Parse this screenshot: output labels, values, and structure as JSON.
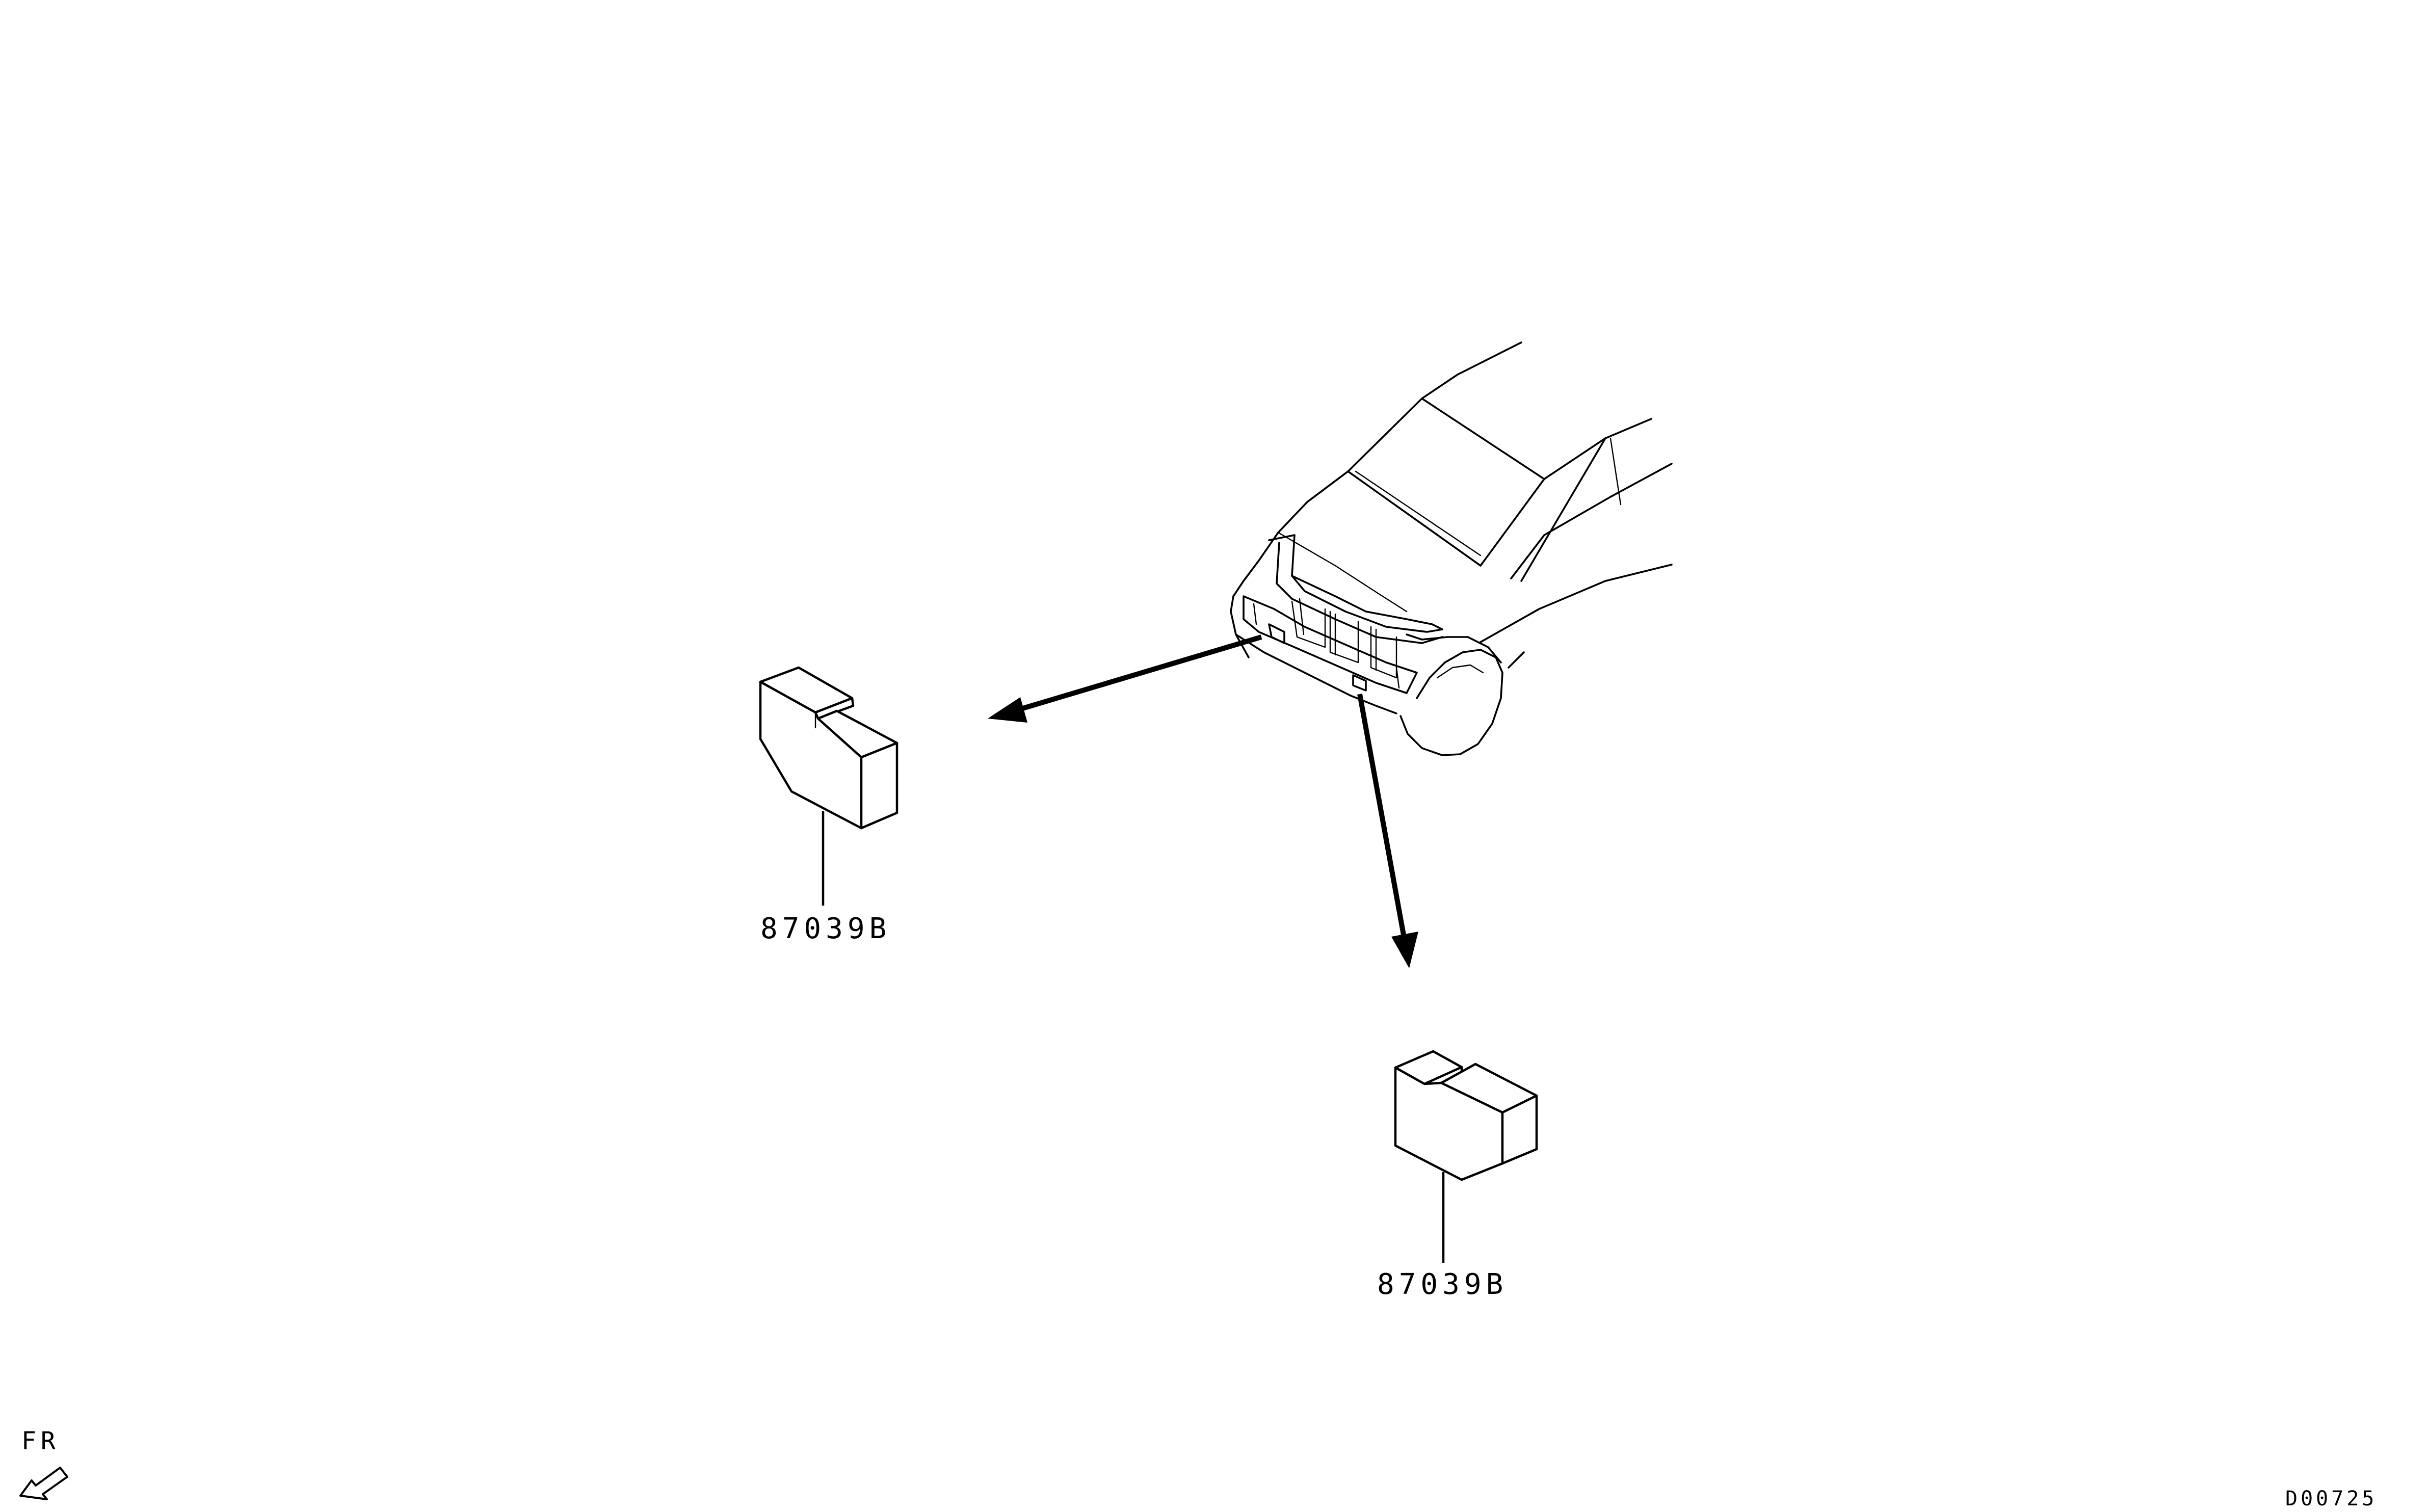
{
  "diagram": {
    "parts": [
      {
        "part_number": "87039B"
      },
      {
        "part_number": "87039B"
      }
    ],
    "direction_indicator": {
      "label": "FR",
      "icon": "front-direction-arrow-icon"
    },
    "illustration_code": "D00725",
    "colors": {
      "line": "#000000",
      "background": "#ffffff"
    }
  }
}
